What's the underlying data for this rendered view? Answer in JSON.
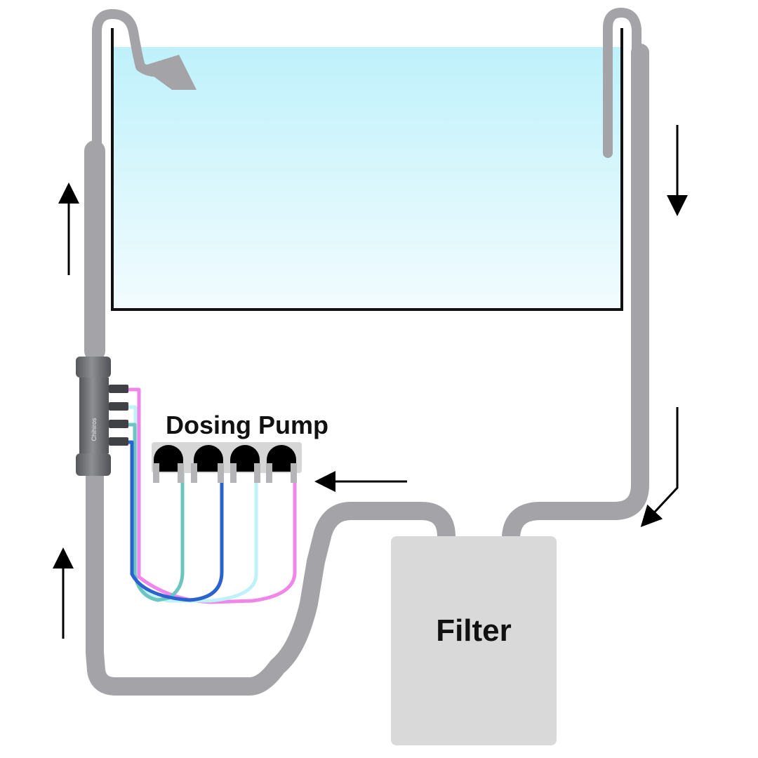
{
  "labels": {
    "dosing_pump": "Dosing Pump",
    "filter": "Filter",
    "reactor_brand": "Chihiros"
  },
  "colors": {
    "pipe": "#a3a3a8",
    "water": "#c2f0fb",
    "tank_outline": "#111111",
    "filter_box": "#d9d9d9",
    "tube_magenta": "#f085ea",
    "tube_light_blue": "#bff2f8",
    "tube_teal": "#6cc5c0",
    "tube_blue": "#2a63cf"
  },
  "icons": {
    "flow_arrow": "arrow-icon",
    "pump_head": "pump-head-icon"
  }
}
